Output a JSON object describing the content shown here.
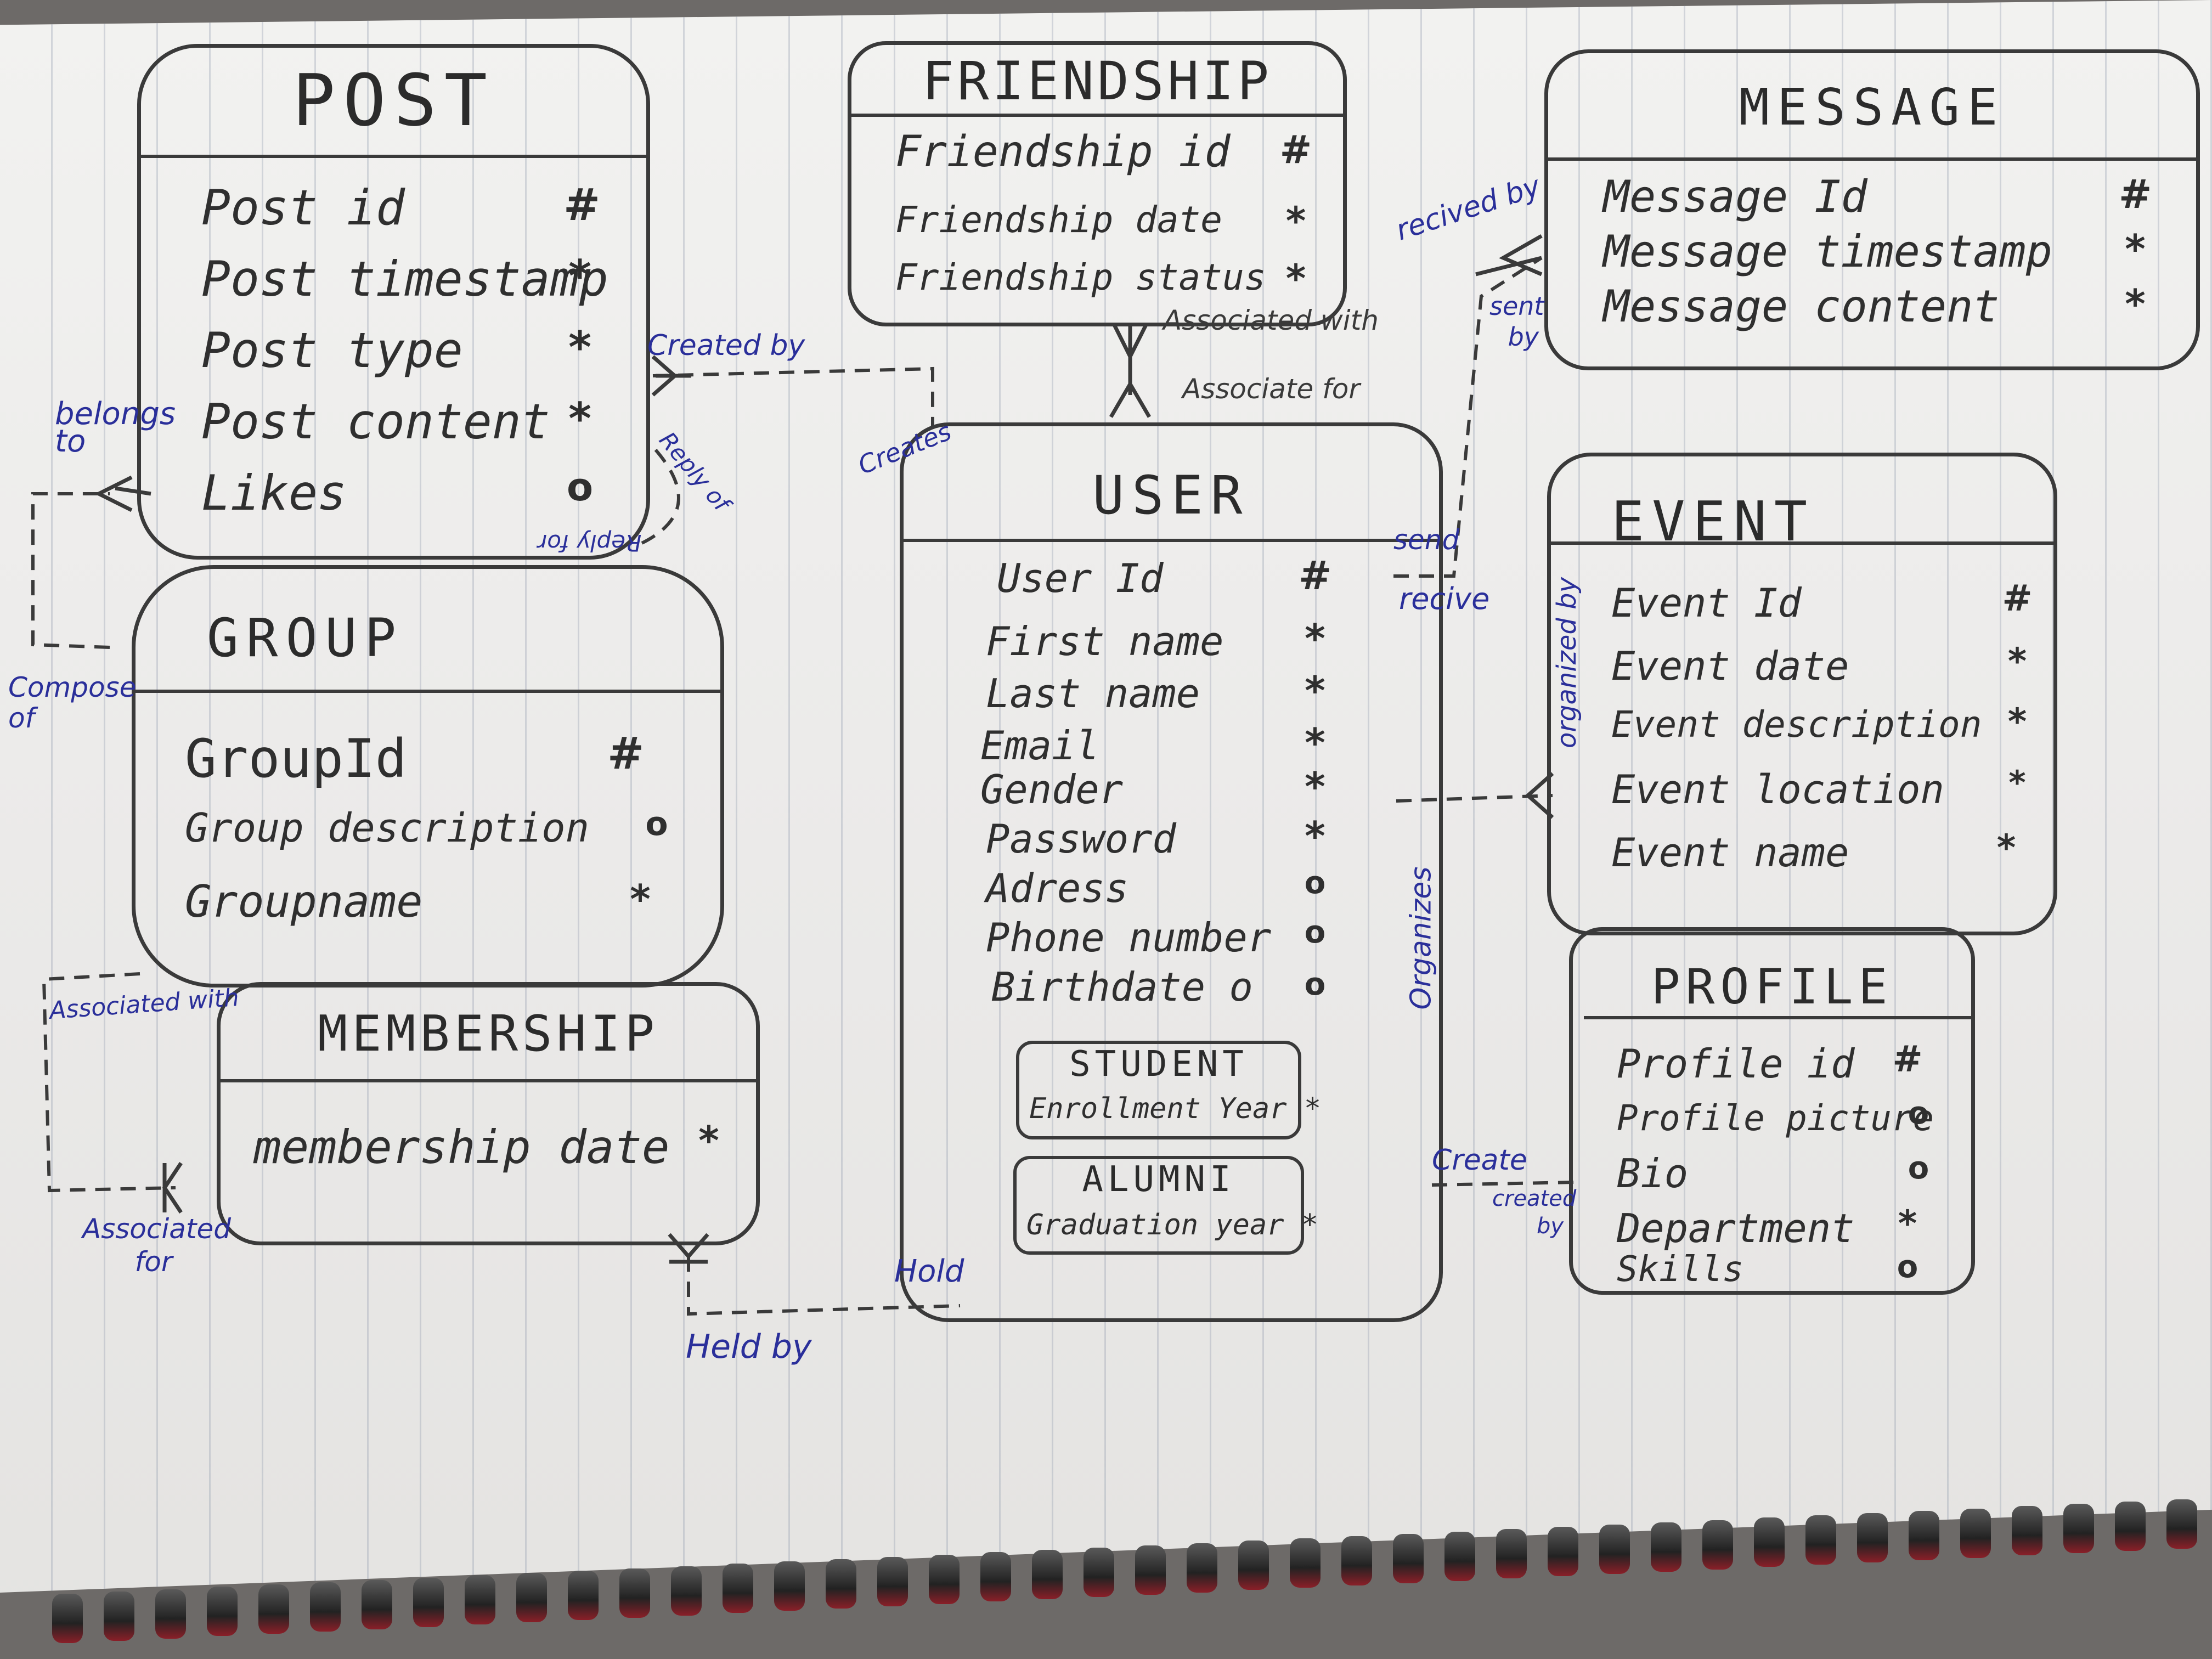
{
  "entities": {
    "post": {
      "title": "POST",
      "attributes": [
        {
          "name": "Post id",
          "marker": "#"
        },
        {
          "name": "Post timestamp",
          "marker": "*"
        },
        {
          "name": "Post type",
          "marker": "*"
        },
        {
          "name": "Post content",
          "marker": "*"
        },
        {
          "name": "Likes",
          "marker": "o"
        }
      ]
    },
    "friendship": {
      "title": "FRIENDSHIP",
      "attributes": [
        {
          "name": "Friendship id",
          "marker": "#"
        },
        {
          "name": "Friendship date",
          "marker": "*"
        },
        {
          "name": "Friendship status",
          "marker": "*"
        }
      ]
    },
    "message": {
      "title": "MESSAGE",
      "attributes": [
        {
          "name": "Message Id",
          "marker": "#"
        },
        {
          "name": "Message timestamp",
          "marker": "*"
        },
        {
          "name": "Message content",
          "marker": "*"
        }
      ]
    },
    "group": {
      "title": "GROUP",
      "attributes": [
        {
          "name": "GroupId",
          "marker": "#"
        },
        {
          "name": "Group description",
          "marker": "o"
        },
        {
          "name": "Groupname",
          "marker": "*"
        }
      ]
    },
    "user": {
      "title": "USER",
      "attributes": [
        {
          "name": "User Id",
          "marker": "#"
        },
        {
          "name": "First name",
          "marker": "*"
        },
        {
          "name": "Last name",
          "marker": "*"
        },
        {
          "name": "Email",
          "marker": "*"
        },
        {
          "name": "Gender",
          "marker": "*"
        },
        {
          "name": "Password",
          "marker": "*"
        },
        {
          "name": "Adress",
          "marker": "o"
        },
        {
          "name": "Phone number",
          "marker": "o"
        },
        {
          "name": "Birthdate o",
          "marker": "o"
        }
      ],
      "subtypes": [
        {
          "title": "STUDENT",
          "attribute": "Enrollment Year *"
        },
        {
          "title": "ALUMNI",
          "attribute": "Graduation year *"
        }
      ]
    },
    "event": {
      "title": "EVENT",
      "attributes": [
        {
          "name": "Event Id",
          "marker": "#"
        },
        {
          "name": "Event date",
          "marker": "*"
        },
        {
          "name": "Event description",
          "marker": "*"
        },
        {
          "name": "Event location",
          "marker": "*"
        },
        {
          "name": "Event name",
          "marker": "*"
        }
      ]
    },
    "membership": {
      "title": "MEMBERSHIP",
      "attributes": [
        {
          "name": "membership date",
          "marker": "*"
        }
      ]
    },
    "profile": {
      "title": "PROFILE",
      "attributes": [
        {
          "name": "Profile id",
          "marker": "#"
        },
        {
          "name": "Profile picture",
          "marker": "o"
        },
        {
          "name": "Bio",
          "marker": "o"
        },
        {
          "name": "Department",
          "marker": "*"
        },
        {
          "name": "Skills",
          "marker": "o"
        }
      ]
    }
  },
  "relationship_labels": {
    "created_by": "Created by",
    "creates": "Creates",
    "belongs_to": "belongs to",
    "compose_of": "Compose of",
    "reply_of": "Reply of",
    "reply_for": "Reply for",
    "associated_with_friendship": "Associated with",
    "associate_for": "Associate for",
    "recived_by": "recived by",
    "sent_by": "sent by",
    "send": "send",
    "recive": "recive",
    "organized_by": "organized by",
    "organizes": "Organizes",
    "associated_with_group": "Associated with",
    "associated_for": "Associated for",
    "held_by": "Held by",
    "hold": "Hold",
    "create": "Create",
    "created_by_profile": "created by"
  },
  "colors": {
    "ink": "#3a3a3a",
    "pen_blue": "#2a2f9a",
    "paper": "#efefed",
    "ruling": "#8c96aa",
    "spiral_red": "#8a1f28"
  }
}
